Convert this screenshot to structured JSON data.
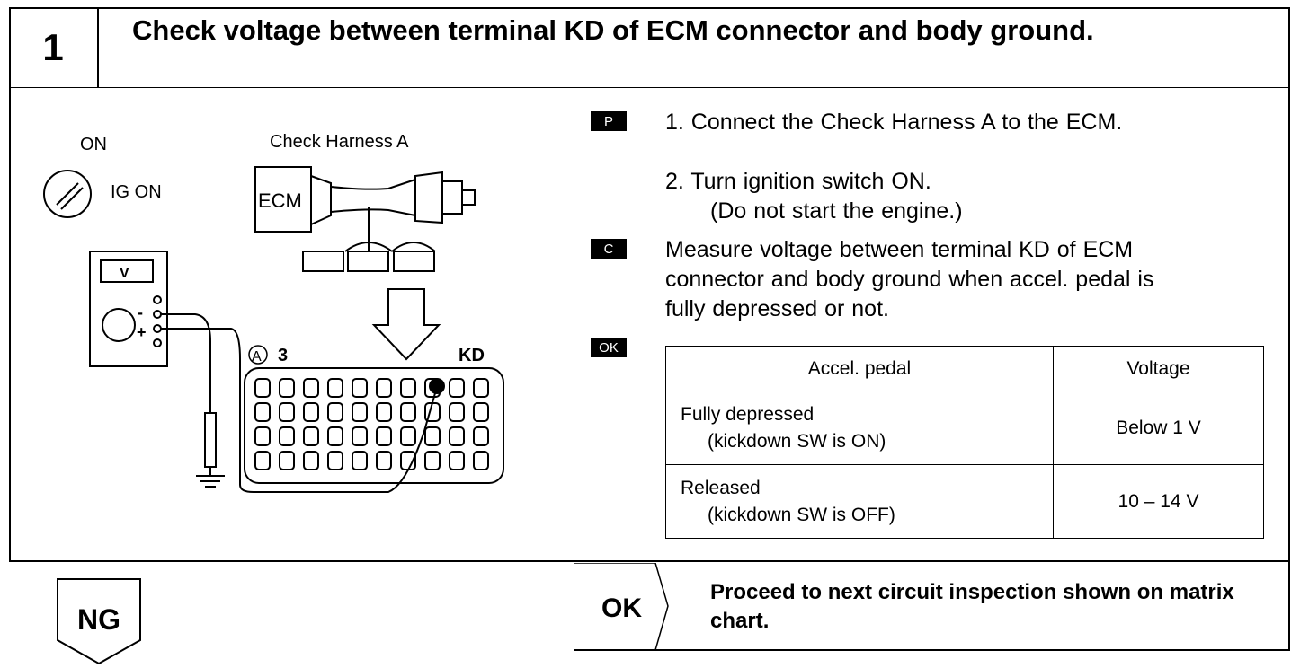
{
  "step": {
    "number": "1",
    "title": "Check voltage between terminal KD of ECM connector and body ground."
  },
  "illustration": {
    "on_label": "ON",
    "ig_on_label": "IG ON",
    "harness_label": "Check Harness A",
    "ecm_label": "ECM",
    "meter_label": "V",
    "minus_label": "-",
    "plus_label": "+",
    "connector_a": "A",
    "connector_pin": "3",
    "kd_label": "KD"
  },
  "instructions": {
    "prep_badge": "P",
    "step1": "1.  Connect the Check Harness A to the ECM.",
    "step2_line1": "2.  Turn ignition switch ON.",
    "step2_line2": "(Do not start the engine.)",
    "check_badge": "C",
    "check_line1": "Measure voltage between terminal KD of ECM",
    "check_line2": "connector and body ground when accel. pedal is",
    "check_line3": "fully depressed or not.",
    "ok_badge": "OK"
  },
  "table": {
    "headers": [
      "Accel. pedal",
      "Voltage"
    ],
    "rows": [
      {
        "cond1": "Fully depressed",
        "cond2": "(kickdown SW is ON)",
        "voltage": "Below 1 V"
      },
      {
        "cond1": "Released",
        "cond2": "(kickdown SW is OFF)",
        "voltage": "10 – 14 V"
      }
    ]
  },
  "results": {
    "ng_label": "NG",
    "ok_label": "OK",
    "ok_text": "Proceed to next circuit inspection shown on matrix chart."
  }
}
